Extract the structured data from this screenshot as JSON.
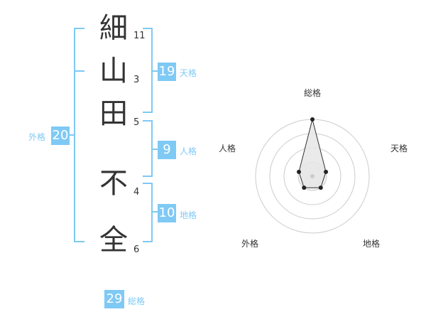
{
  "name": {
    "characters": [
      {
        "char": "細",
        "strokes": "11"
      },
      {
        "char": "山",
        "strokes": "3"
      },
      {
        "char": "田",
        "strokes": "5"
      },
      {
        "char": "不",
        "strokes": "4"
      },
      {
        "char": "全",
        "strokes": "6"
      }
    ]
  },
  "fortune": {
    "tenkaku": {
      "label": "天格",
      "value": "19"
    },
    "jinkaku": {
      "label": "人格",
      "value": "9"
    },
    "chikaku": {
      "label": "地格",
      "value": "10"
    },
    "gaikaku": {
      "label": "外格",
      "value": "20"
    },
    "soukaku": {
      "label": "総格",
      "value": "29"
    }
  },
  "radar": {
    "axes": [
      "総格",
      "天格",
      "地格",
      "外格",
      "人格"
    ],
    "levels": 4,
    "values": [
      4,
      1,
      1,
      1,
      1
    ]
  },
  "colors": {
    "accent": "#7fc9f5",
    "text": "#333333",
    "grid": "#cccccc",
    "fill": "#e6e6e6"
  }
}
